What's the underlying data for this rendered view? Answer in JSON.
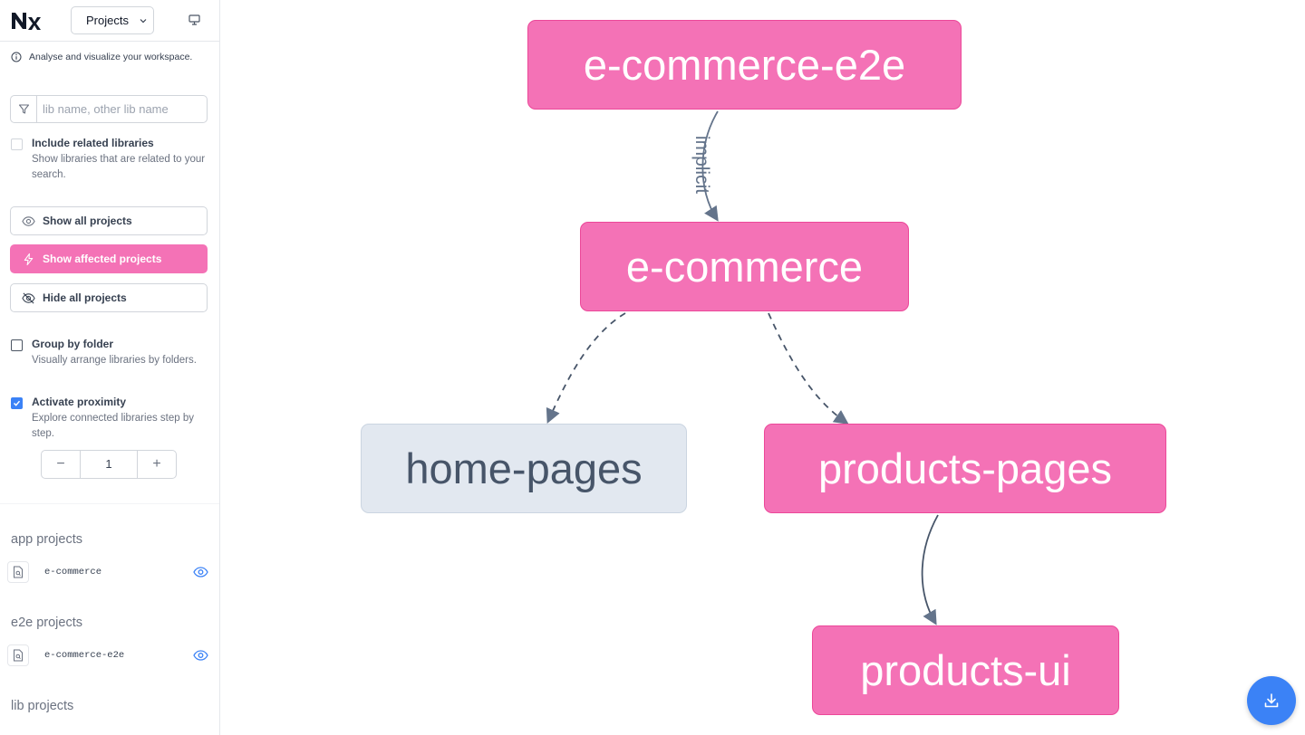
{
  "header": {
    "view_select": "Projects"
  },
  "info": {
    "text": "Analyse and visualize your workspace."
  },
  "filter": {
    "placeholder": "lib name, other lib name"
  },
  "options": {
    "include_related": {
      "title": "Include related libraries",
      "desc": "Show libraries that are related to your search.",
      "checked": false
    },
    "group_by_folder": {
      "title": "Group by folder",
      "desc": "Visually arrange libraries by folders.",
      "checked": false
    },
    "activate_proximity": {
      "title": "Activate proximity",
      "desc": "Explore connected libraries step by step.",
      "checked": true
    }
  },
  "buttons": {
    "show_all": "Show all projects",
    "show_affected": "Show affected projects",
    "hide_all": "Hide all projects"
  },
  "stepper": {
    "minus": "−",
    "value": "1",
    "plus": "+"
  },
  "sections": {
    "app": {
      "title": "app projects",
      "items": [
        "e-commerce"
      ]
    },
    "e2e": {
      "title": "e2e projects",
      "items": [
        "e-commerce-e2e"
      ]
    },
    "lib": {
      "title": "lib projects"
    }
  },
  "graph": {
    "nodes": {
      "e2e": "e-commerce-e2e",
      "app": "e-commerce",
      "home": "home-pages",
      "products_pages": "products-pages",
      "products_ui": "products-ui"
    },
    "edge_label": "implicit"
  },
  "colors": {
    "pink": "#f472b6",
    "pink_border": "#ec4899",
    "gray_node": "#e2e8f0",
    "accent_blue": "#3b82f6"
  },
  "icons": {
    "logo": "nx-logo",
    "info": "info-icon",
    "filter": "funnel-icon",
    "eye": "eye-icon",
    "bolt": "bolt-icon",
    "eye_off": "eye-off-icon",
    "monitor": "monitor-icon",
    "file": "file-search-icon",
    "download": "download-icon"
  }
}
